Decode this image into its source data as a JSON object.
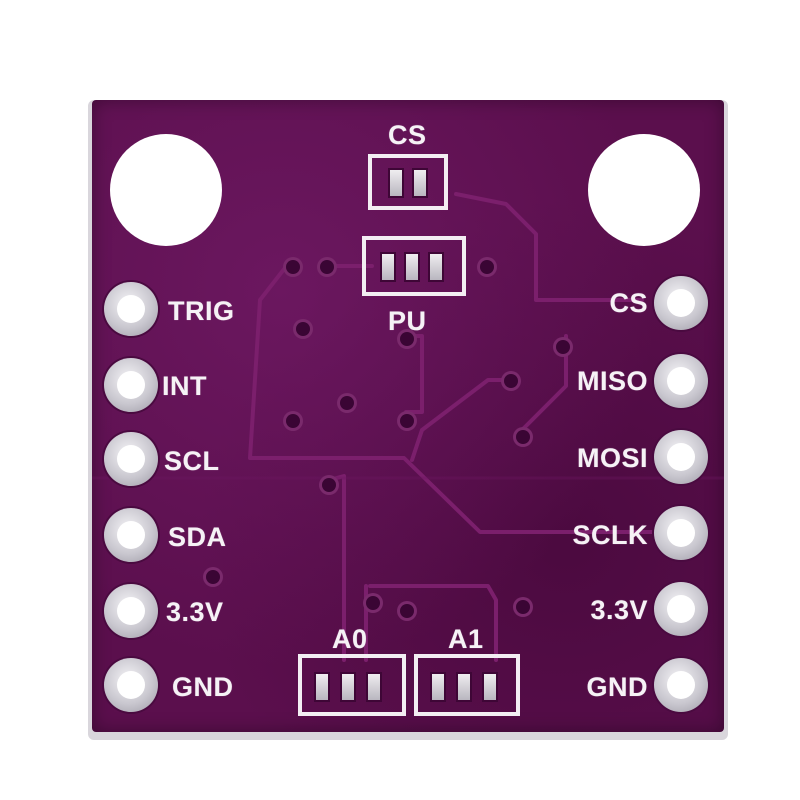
{
  "board": {
    "color": "#5b0f4d",
    "silkscreen_color": "#f6f2f6",
    "pad_color": "#d8d6dc"
  },
  "left_pins": [
    "TRIG",
    "INT",
    "SCL",
    "SDA",
    "3.3V",
    "GND"
  ],
  "right_pins": [
    "CS",
    "MISO",
    "MOSI",
    "SCLK",
    "3.3V",
    "GND"
  ],
  "jumpers": {
    "cs": "CS",
    "pu": "PU",
    "a0": "A0",
    "a1": "A1"
  }
}
